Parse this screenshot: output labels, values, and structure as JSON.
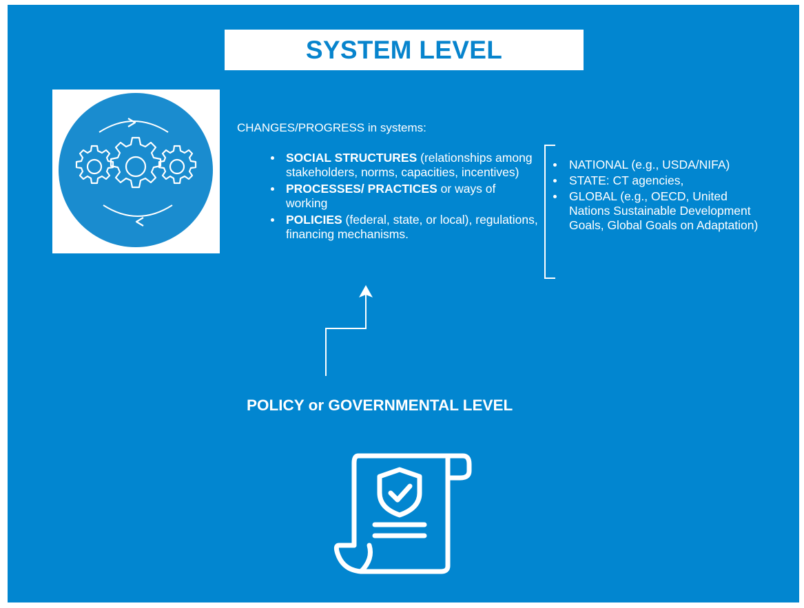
{
  "title": "SYSTEM LEVEL",
  "intro": "CHANGES/PROGRESS in systems:",
  "bullets": [
    {
      "bold": "SOCIAL STRUCTURES",
      "text": " (relationships among stakeholders, norms, capacities, incentives)"
    },
    {
      "bold": "PROCESSES/ PRACTICES",
      "text": " or ways of working"
    },
    {
      "bold": "POLICIES",
      "text": " (federal, state, or local), regulations, financing mechanisms."
    }
  ],
  "scope_items": [
    "NATIONAL (e.g., USDA/NIFA)",
    "STATE: CT agencies,",
    "GLOBAL (e.g., OECD, United Nations Sustainable Development Goals, Global Goals on Adaptation)"
  ],
  "policy_level": "POLICY or GOVERNMENTAL LEVEL",
  "icons": {
    "gears": "gears-cycle-icon",
    "document": "policy-scroll-shield-icon",
    "arrow": "up-arrow-icon"
  },
  "colors": {
    "background": "#0286d0",
    "title_text": "#0784cd",
    "icon_circle": "#1a8ccf"
  }
}
